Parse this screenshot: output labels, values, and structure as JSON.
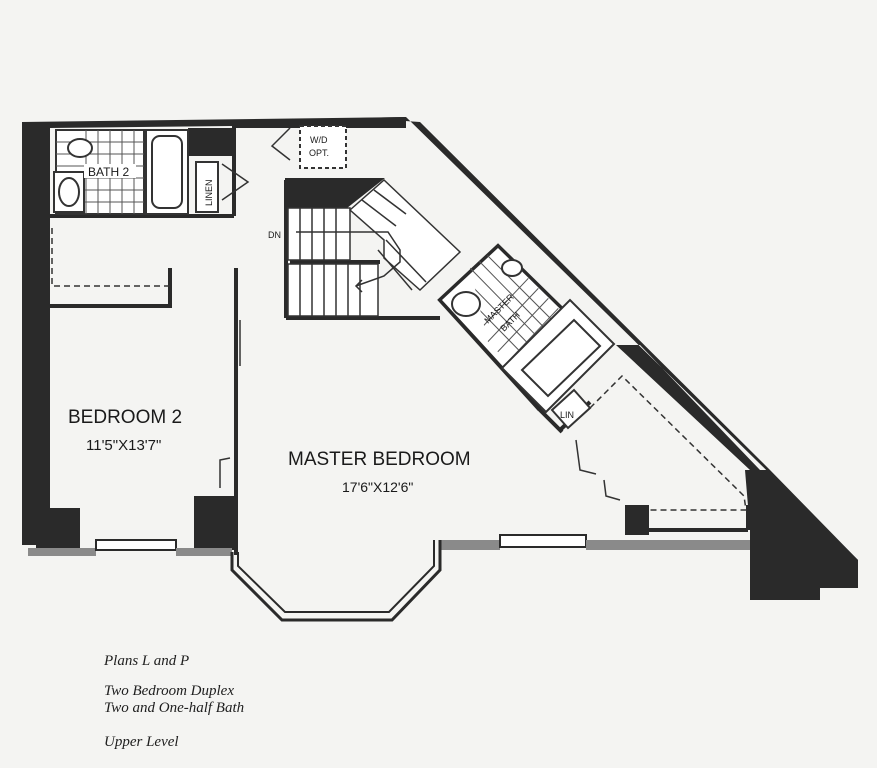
{
  "rooms": {
    "bath2": "BATH 2",
    "linen": "LINEN",
    "wd": [
      "W/D",
      "OPT."
    ],
    "dn": "DN",
    "master_bath": [
      "MASTER",
      "BATH"
    ],
    "lin": "LIN",
    "bedroom2": {
      "name": "BEDROOM 2",
      "size": "11'5\"X13'7\""
    },
    "master_bedroom": {
      "name": "MASTER BEDROOM",
      "size": "17'6\"X12'6\""
    }
  },
  "caption": {
    "plan": "Plans L and P",
    "type_line1": "Two Bedroom Duplex",
    "type_line2": "Two and One-half Bath",
    "level": "Upper Level"
  }
}
